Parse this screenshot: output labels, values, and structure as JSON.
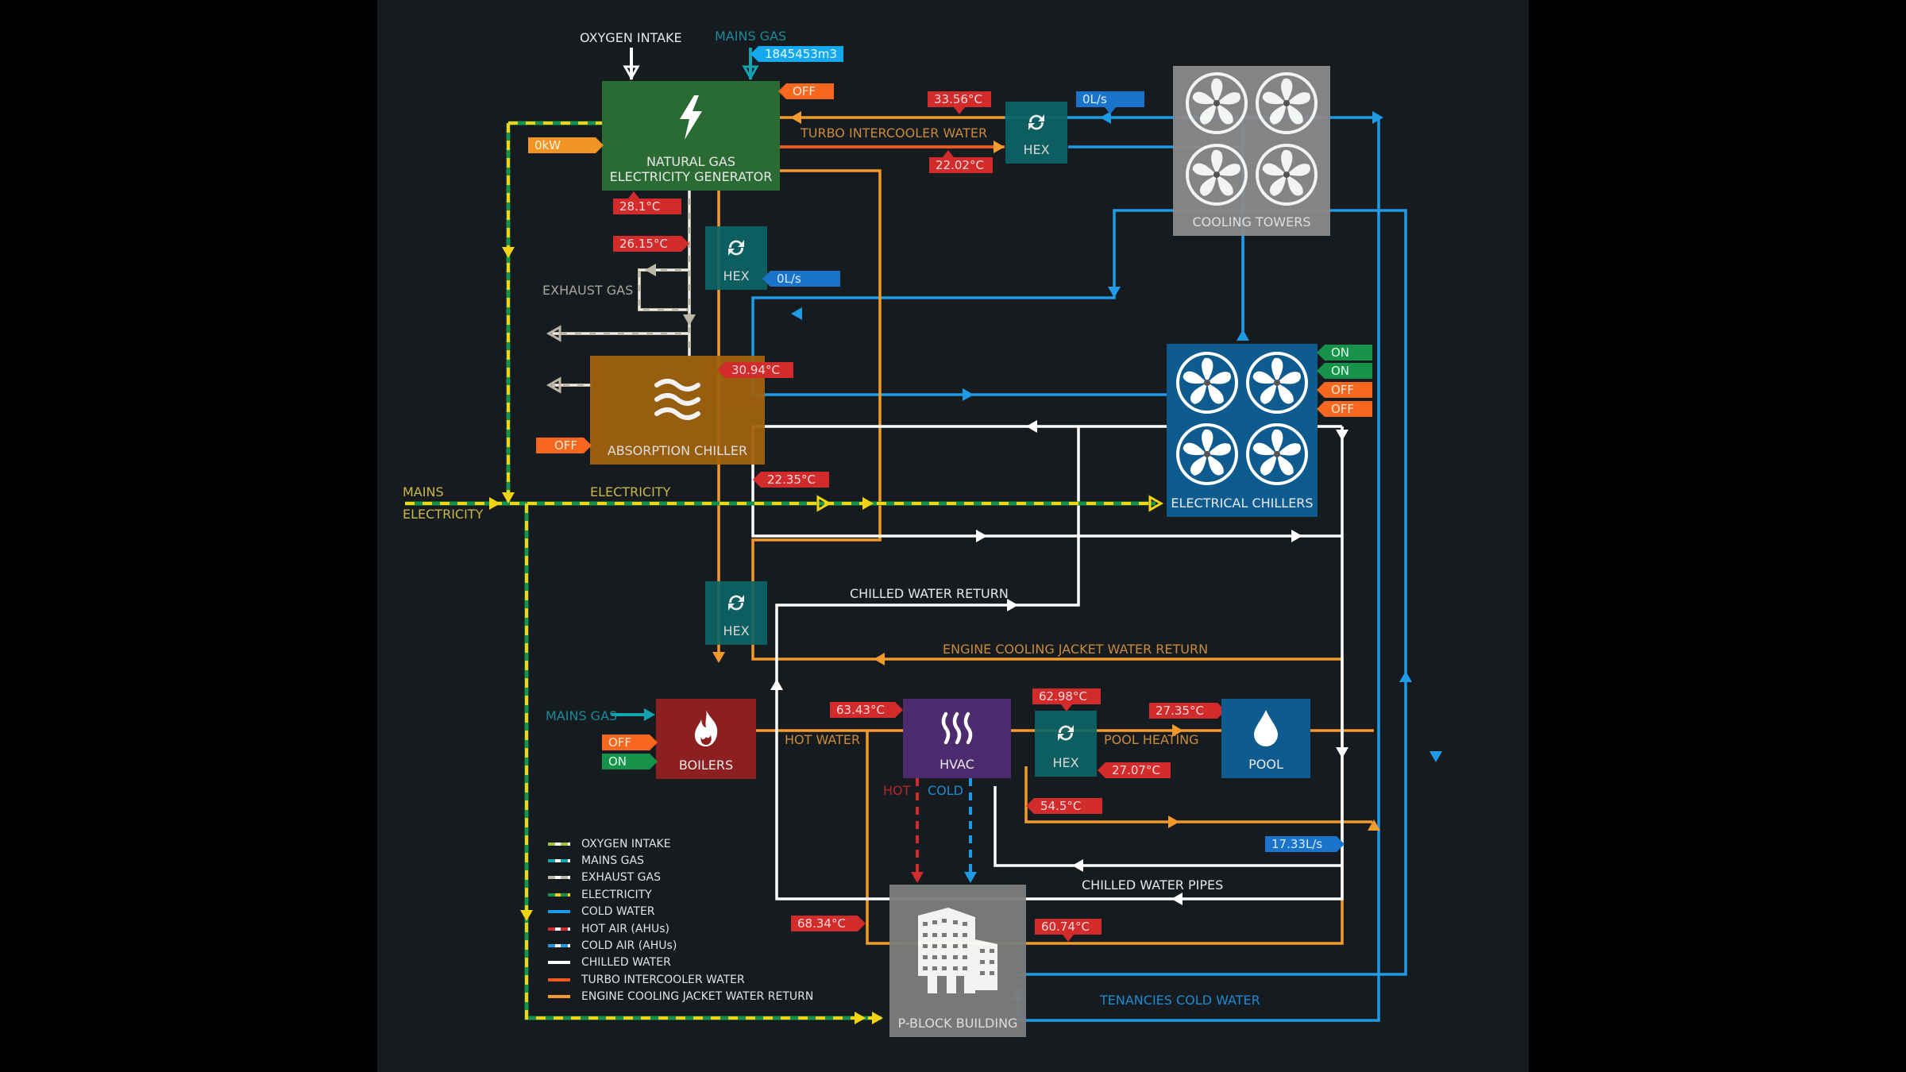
{
  "nodes": {
    "generator": {
      "label_1": "NATURAL GAS",
      "label_2": "ELECTRICITY GENERATOR",
      "icon": "lightning-bolt-icon",
      "color": "#2a6b34"
    },
    "hex_top": {
      "label": "HEX",
      "icon": "exchange-cycle-icon"
    },
    "hex_left": {
      "label": "HEX",
      "icon": "exchange-cycle-icon"
    },
    "hex_mid": {
      "label": "HEX",
      "icon": "exchange-cycle-icon"
    },
    "hex_pool": {
      "label": "HEX",
      "icon": "exchange-cycle-icon"
    },
    "cooling_towers": {
      "label": "COOLING TOWERS",
      "icon": "fan-icon",
      "color": "#8a8a8a"
    },
    "absorption_chiller": {
      "label": "ABSORPTION CHILLER",
      "icon": "waves-icon",
      "color": "#a0620f"
    },
    "electrical_chillers": {
      "label": "ELECTRICAL CHILLERS",
      "icon": "fan-icon",
      "color": "#0e5c8f"
    },
    "boilers": {
      "label": "BOILERS",
      "icon": "flame-icon",
      "color": "#8c2020"
    },
    "hvac": {
      "label": "HVAC",
      "icon": "heat-waves-icon",
      "color": "#4c2c6e"
    },
    "pool": {
      "label": "POOL",
      "icon": "water-drop-icon",
      "color": "#0e5c8f"
    },
    "building": {
      "label": "P-BLOCK BUILDING",
      "icon": "building-icon",
      "color": "#7d7d7d"
    }
  },
  "labels": {
    "oxygen_intake": "OXYGEN INTAKE",
    "mains_gas_top": "MAINS GAS",
    "turbo_intercooler": "TURBO INTERCOOLER WATER",
    "exhaust_gas": "EXHAUST GAS",
    "mains_electricity_1": "MAINS",
    "mains_electricity_2": "ELECTRICITY",
    "electricity": "ELECTRICITY",
    "chilled_water_return": "CHILLED WATER RETURN",
    "engine_cooling_return": "ENGINE COOLING JACKET WATER RETURN",
    "mains_gas_boilers": "MAINS GAS",
    "hot_water": "HOT WATER",
    "pool_heating": "POOL HEATING",
    "hot": "HOT",
    "cold": "COLD",
    "chilled_water_pipes": "CHILLED WATER PIPES",
    "tenancies_cold_water": "TENANCIES COLD WATER"
  },
  "readings": {
    "gas_meter": "1845453m3",
    "generator_status": "OFF",
    "generator_power": "0kW",
    "t_intercooler_out": "33.56°C",
    "t_intercooler_in": "22.02°C",
    "tower_flow": "0L/s",
    "t_gen_1": "28.1°C",
    "t_gen_2": "26.15°C",
    "hex_left_flow": "0L/s",
    "t_absorption": "30.94°C",
    "absorption_status": "OFF",
    "t_chilled": "22.35°C",
    "chiller_status": [
      "ON",
      "ON",
      "OFF",
      "OFF"
    ],
    "boiler_status": [
      "OFF",
      "ON"
    ],
    "t_hot_water": "63.43°C",
    "t_hex_pool_in": "62.98°C",
    "t_pool_in": "27.35°C",
    "t_pool_out": "27.07°C",
    "t_return_hex": "54.5°C",
    "chilled_flow": "17.33L/s",
    "t_building_hot": "68.34°C",
    "t_building_return": "60.74°C"
  },
  "legend": [
    {
      "label": "OXYGEN INTAKE",
      "colors": [
        "#9ec33a",
        "#ffffff"
      ]
    },
    {
      "label": "MAINS GAS",
      "colors": [
        "#14a3b0",
        "#ffffff"
      ]
    },
    {
      "label": "EXHAUST GAS",
      "colors": [
        "#bdb7a8",
        "#ffffff"
      ]
    },
    {
      "label": "ELECTRICITY",
      "colors": [
        "#17924a",
        "#f3d414"
      ]
    },
    {
      "label": "COLD WATER",
      "colors": [
        "#1e9be6",
        "#1e9be6"
      ]
    },
    {
      "label": "HOT AIR (AHUs)",
      "colors": [
        "#d12b2b",
        "#ffffff"
      ]
    },
    {
      "label": "COLD AIR (AHUs)",
      "colors": [
        "#1e9be6",
        "#ffffff"
      ]
    },
    {
      "label": "CHILLED WATER",
      "colors": [
        "#ffffff",
        "#ffffff"
      ]
    },
    {
      "label": "TURBO INTERCOOLER WATER",
      "colors": [
        "#f05a22",
        "#f05a22"
      ]
    },
    {
      "label": "ENGINE COOLING JACKET WATER RETURN",
      "colors": [
        "#f29a2e",
        "#f29a2e"
      ]
    }
  ],
  "colors": {
    "background": "#161b20",
    "cold_water": "#1e9be6",
    "chilled_water": "#ffffff",
    "jacket_water": "#f29a2e",
    "intercooler": "#f05a22",
    "electricity_yellow": "#f3d414",
    "electricity_green": "#17924a",
    "exhaust": "#bdb7a8",
    "hex": "#0d6466"
  }
}
